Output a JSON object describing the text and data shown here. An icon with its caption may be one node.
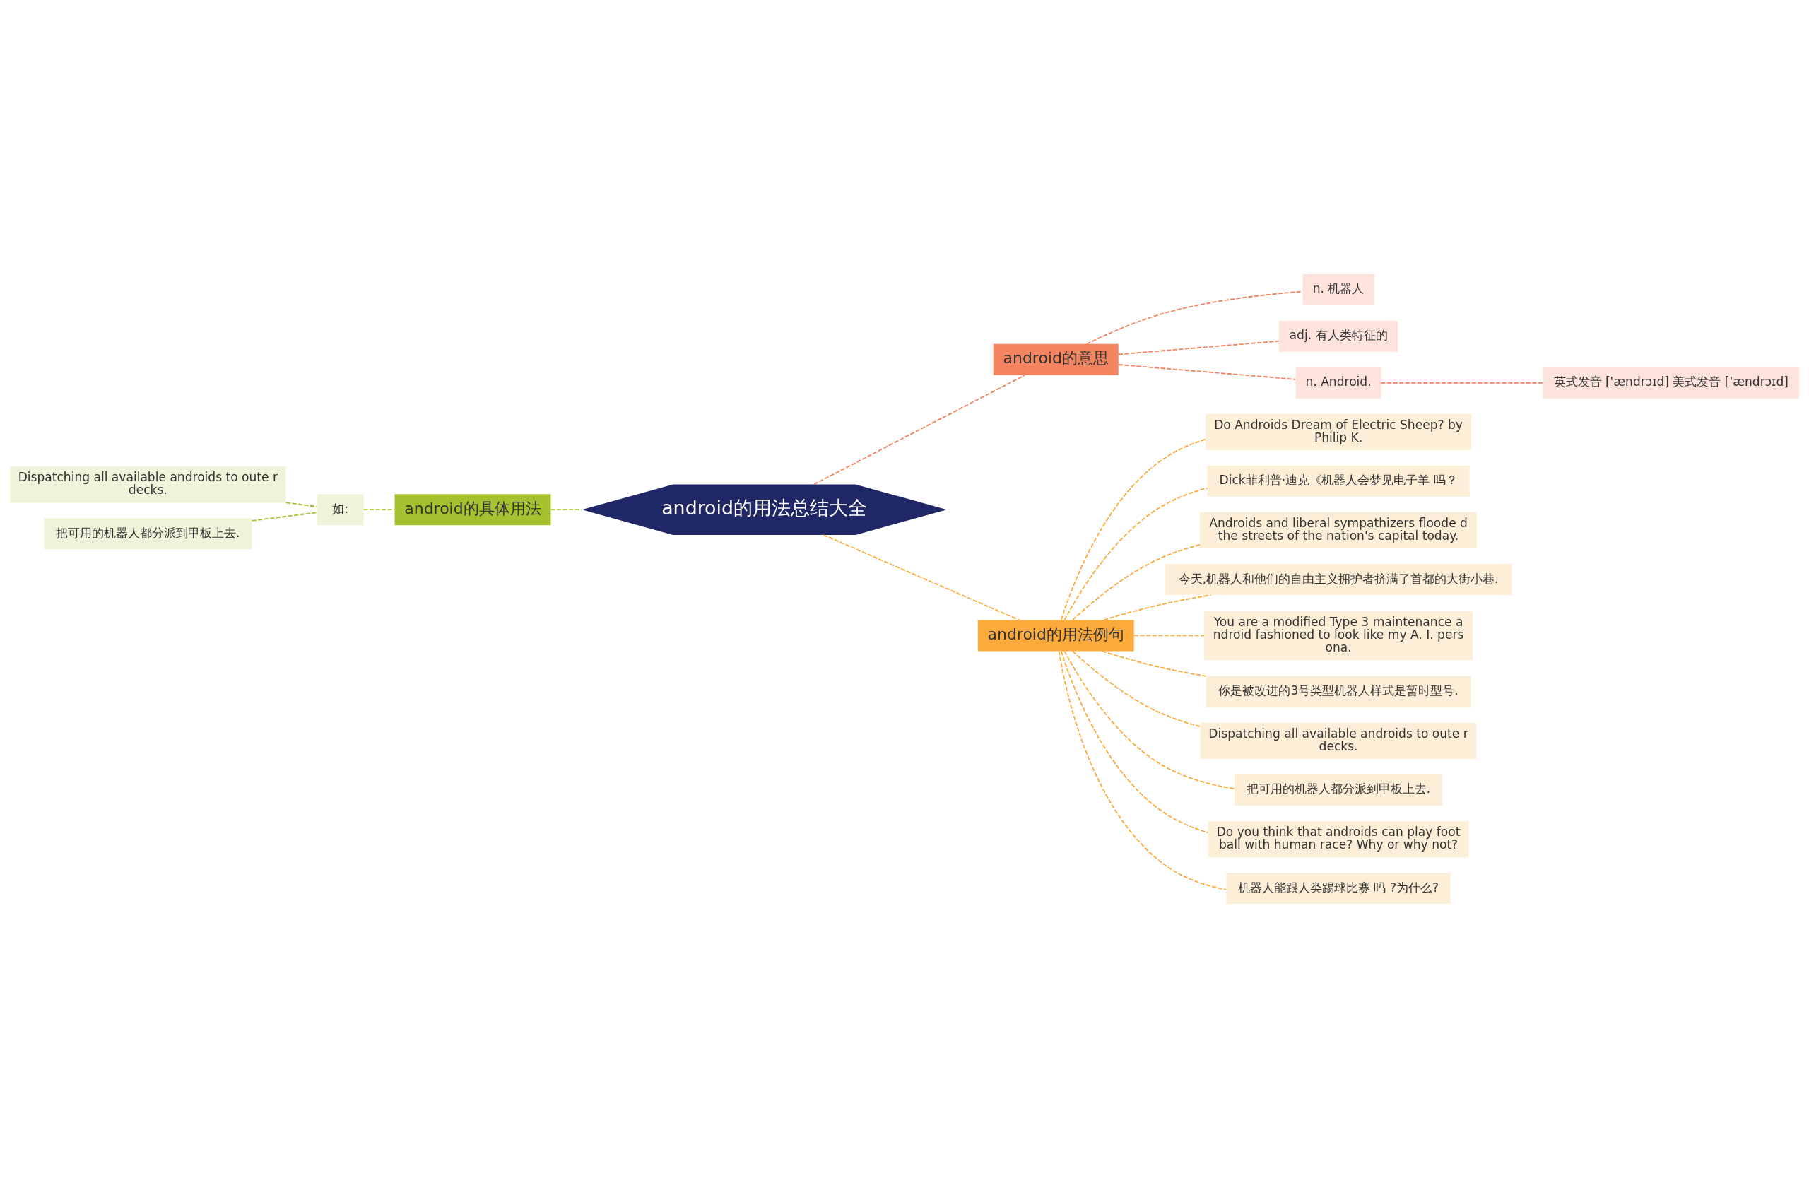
{
  "diagram": {
    "nodes": [
      {
        "text": [
          "android的用法总结大全"
        ]
      },
      {
        "text": [
          "android的意思"
        ]
      },
      {
        "text": [
          "n. 机器人"
        ]
      },
      {
        "text": [
          "adj. 有人类特征的"
        ]
      },
      {
        "text": [
          "n. Android."
        ]
      },
      {
        "text": [
          "英式发音 ['ændrɔɪd] 美式发音 ['ændrɔɪd]"
        ]
      },
      {
        "text": [
          "android的用法例句"
        ]
      },
      {
        "text": [
          "Do Androids Dream of Electric Sheep? by Philip K."
        ]
      },
      {
        "text": [
          "Dick菲利普·迪克《机器人会梦见电子羊 吗？"
        ]
      },
      {
        "text": [
          "Androids and liberal sympathizers floode d the streets of the nation's capital today."
        ]
      },
      {
        "text": [
          "今天,机器人和他们的自由主义拥护者挤满了首都的大街小巷."
        ]
      },
      {
        "text": [
          "You are a modified Type 3 maintenance a ndroid fashioned to look like my A. I. pers ona."
        ]
      },
      {
        "text": [
          "你是被改进的3号类型机器人样式是暂时型号."
        ]
      },
      {
        "text": [
          "Dispatching all available androids to oute r decks."
        ]
      },
      {
        "text": [
          "把可用的机器人都分派到甲板上去."
        ]
      },
      {
        "text": [
          "Do you think that androids can play foot ball with human race? Why or why not?"
        ]
      },
      {
        "text": [
          "机器人能跟人类踢球比赛 吗 ?为什么?"
        ]
      },
      {
        "text": [
          "android的具体用法"
        ]
      },
      {
        "text": [
          "如:"
        ]
      },
      {
        "text": [
          "Dispatching all available androids to oute r decks."
        ]
      },
      {
        "text": [
          "把可用的机器人都分派到甲板上去."
        ]
      }
    ],
    "edges": [
      {
        "from": 0,
        "to": 1,
        "arrow": "none",
        "style": "dashed",
        "color": "#f4845f"
      },
      {
        "from": 1,
        "to": 2,
        "arrow": "none",
        "style": "dashed",
        "color": "#f4845f"
      },
      {
        "from": 1,
        "to": 3,
        "arrow": "none",
        "style": "dashed",
        "color": "#f4845f"
      },
      {
        "from": 1,
        "to": 4,
        "arrow": "none",
        "style": "dashed",
        "color": "#f4845f"
      },
      {
        "from": 4,
        "to": 5,
        "arrow": "none",
        "style": "dashed",
        "color": "#f4845f"
      },
      {
        "from": 0,
        "to": 6,
        "arrow": "none",
        "style": "dashed",
        "color": "#fbab3c"
      },
      {
        "from": 6,
        "to": 7,
        "arrow": "none",
        "style": "dashed",
        "color": "#fbab3c"
      },
      {
        "from": 6,
        "to": 8,
        "arrow": "none",
        "style": "dashed",
        "color": "#fbab3c"
      },
      {
        "from": 6,
        "to": 9,
        "arrow": "none",
        "style": "dashed",
        "color": "#fbab3c"
      },
      {
        "from": 6,
        "to": 10,
        "arrow": "none",
        "style": "dashed",
        "color": "#fbab3c"
      },
      {
        "from": 6,
        "to": 11,
        "arrow": "none",
        "style": "dashed",
        "color": "#fbab3c"
      },
      {
        "from": 6,
        "to": 12,
        "arrow": "none",
        "style": "dashed",
        "color": "#fbab3c"
      },
      {
        "from": 6,
        "to": 13,
        "arrow": "none",
        "style": "dashed",
        "color": "#fbab3c"
      },
      {
        "from": 6,
        "to": 14,
        "arrow": "none",
        "style": "dashed",
        "color": "#fbab3c"
      },
      {
        "from": 6,
        "to": 15,
        "arrow": "none",
        "style": "dashed",
        "color": "#fbab3c"
      },
      {
        "from": 6,
        "to": 16,
        "arrow": "none",
        "style": "dashed",
        "color": "#fbab3c"
      },
      {
        "from": 0,
        "to": 17,
        "arrow": "none",
        "style": "dashed",
        "color": "#a6c12f"
      },
      {
        "from": 17,
        "to": 18,
        "arrow": "none",
        "style": "dashed",
        "color": "#a6c12f"
      },
      {
        "from": 18,
        "to": 19,
        "arrow": "none",
        "style": "dashed",
        "color": "#a6c12f"
      },
      {
        "from": 18,
        "to": 20,
        "arrow": "none",
        "style": "dashed",
        "color": "#a6c12f"
      }
    ]
  }
}
